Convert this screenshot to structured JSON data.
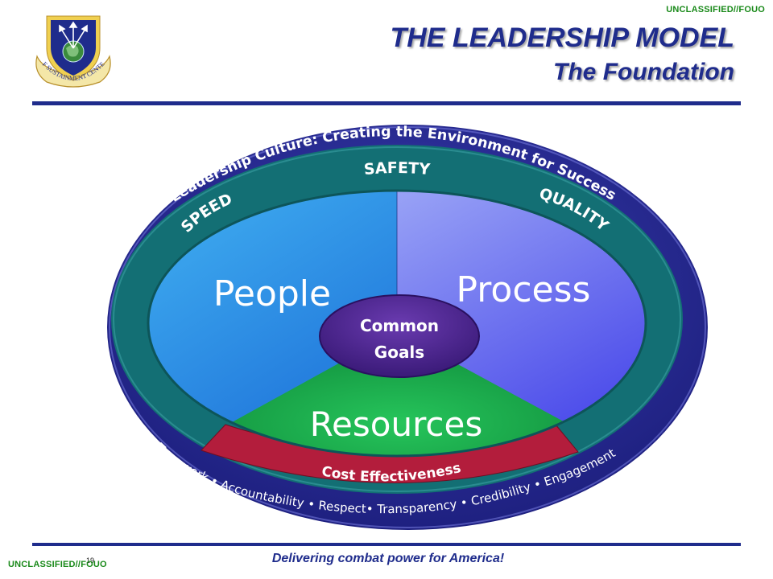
{
  "classification": {
    "top": "UNCLASSIFIED//FOUO",
    "bottom": "UNCLASSIFIED//FOUO"
  },
  "header": {
    "title": "THE LEADERSHIP MODEL",
    "subtitle": "The Foundation"
  },
  "emblem": {
    "icon": "af-sustainment-center-seal-icon",
    "text_left": "AF SUSTAIN",
    "text_right": "MENT CENTER"
  },
  "diagram": {
    "outer_ring_text": "Leadership Culture: Creating the Environment for Success",
    "middle_ring": {
      "top": "SAFETY",
      "left": "SPEED",
      "right": "QUALITY"
    },
    "sections": {
      "people": "People",
      "process": "Process",
      "resources": "Resources"
    },
    "center": {
      "line1": "Common",
      "line2": "Goals"
    },
    "red_band": "Cost Effectiveness",
    "values": {
      "teamwork": "Teamwork",
      "accountability": "Accountability",
      "respect": "Respect",
      "transparency": "Transparency",
      "credibility": "Credibility",
      "engagement": "Engagement"
    },
    "colors": {
      "outer_ring": "#2b2f94",
      "middle_ring": "#136f74",
      "people": "#2b93e8",
      "process": "#6f6cf0",
      "resources": "#19b04f",
      "red_band": "#b31d3c",
      "center": "#4c2490"
    }
  },
  "footer": {
    "page_number": "19",
    "tagline": "Delivering combat power for America!"
  }
}
